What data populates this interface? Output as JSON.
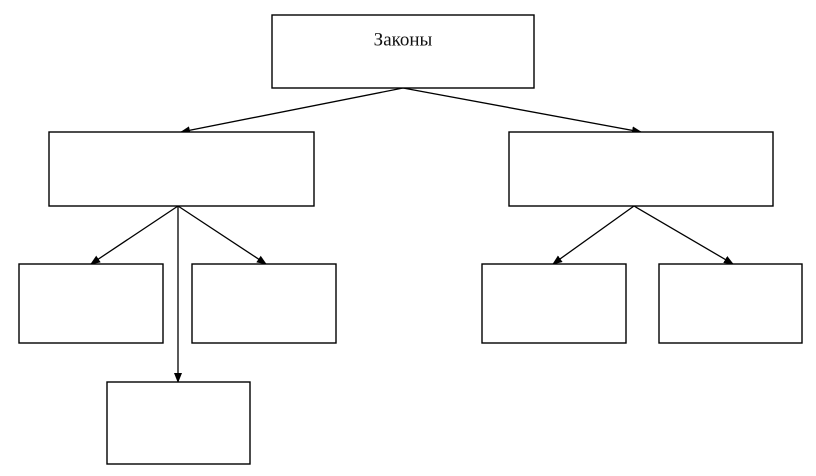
{
  "diagram": {
    "type": "tree",
    "line_color": "#000000",
    "box_fill": "#ffffff",
    "nodes": [
      {
        "id": "root",
        "label": "Законы",
        "children": [
          "l1",
          "r1"
        ]
      },
      {
        "id": "l1",
        "label": "",
        "children": [
          "l1a",
          "l1b",
          "l1c"
        ]
      },
      {
        "id": "r1",
        "label": "",
        "children": [
          "r1a",
          "r1b"
        ]
      },
      {
        "id": "l1a",
        "label": "",
        "children": []
      },
      {
        "id": "l1b",
        "label": "",
        "children": []
      },
      {
        "id": "l1c",
        "label": "",
        "children": []
      },
      {
        "id": "r1a",
        "label": "",
        "children": []
      },
      {
        "id": "r1b",
        "label": "",
        "children": []
      }
    ]
  }
}
